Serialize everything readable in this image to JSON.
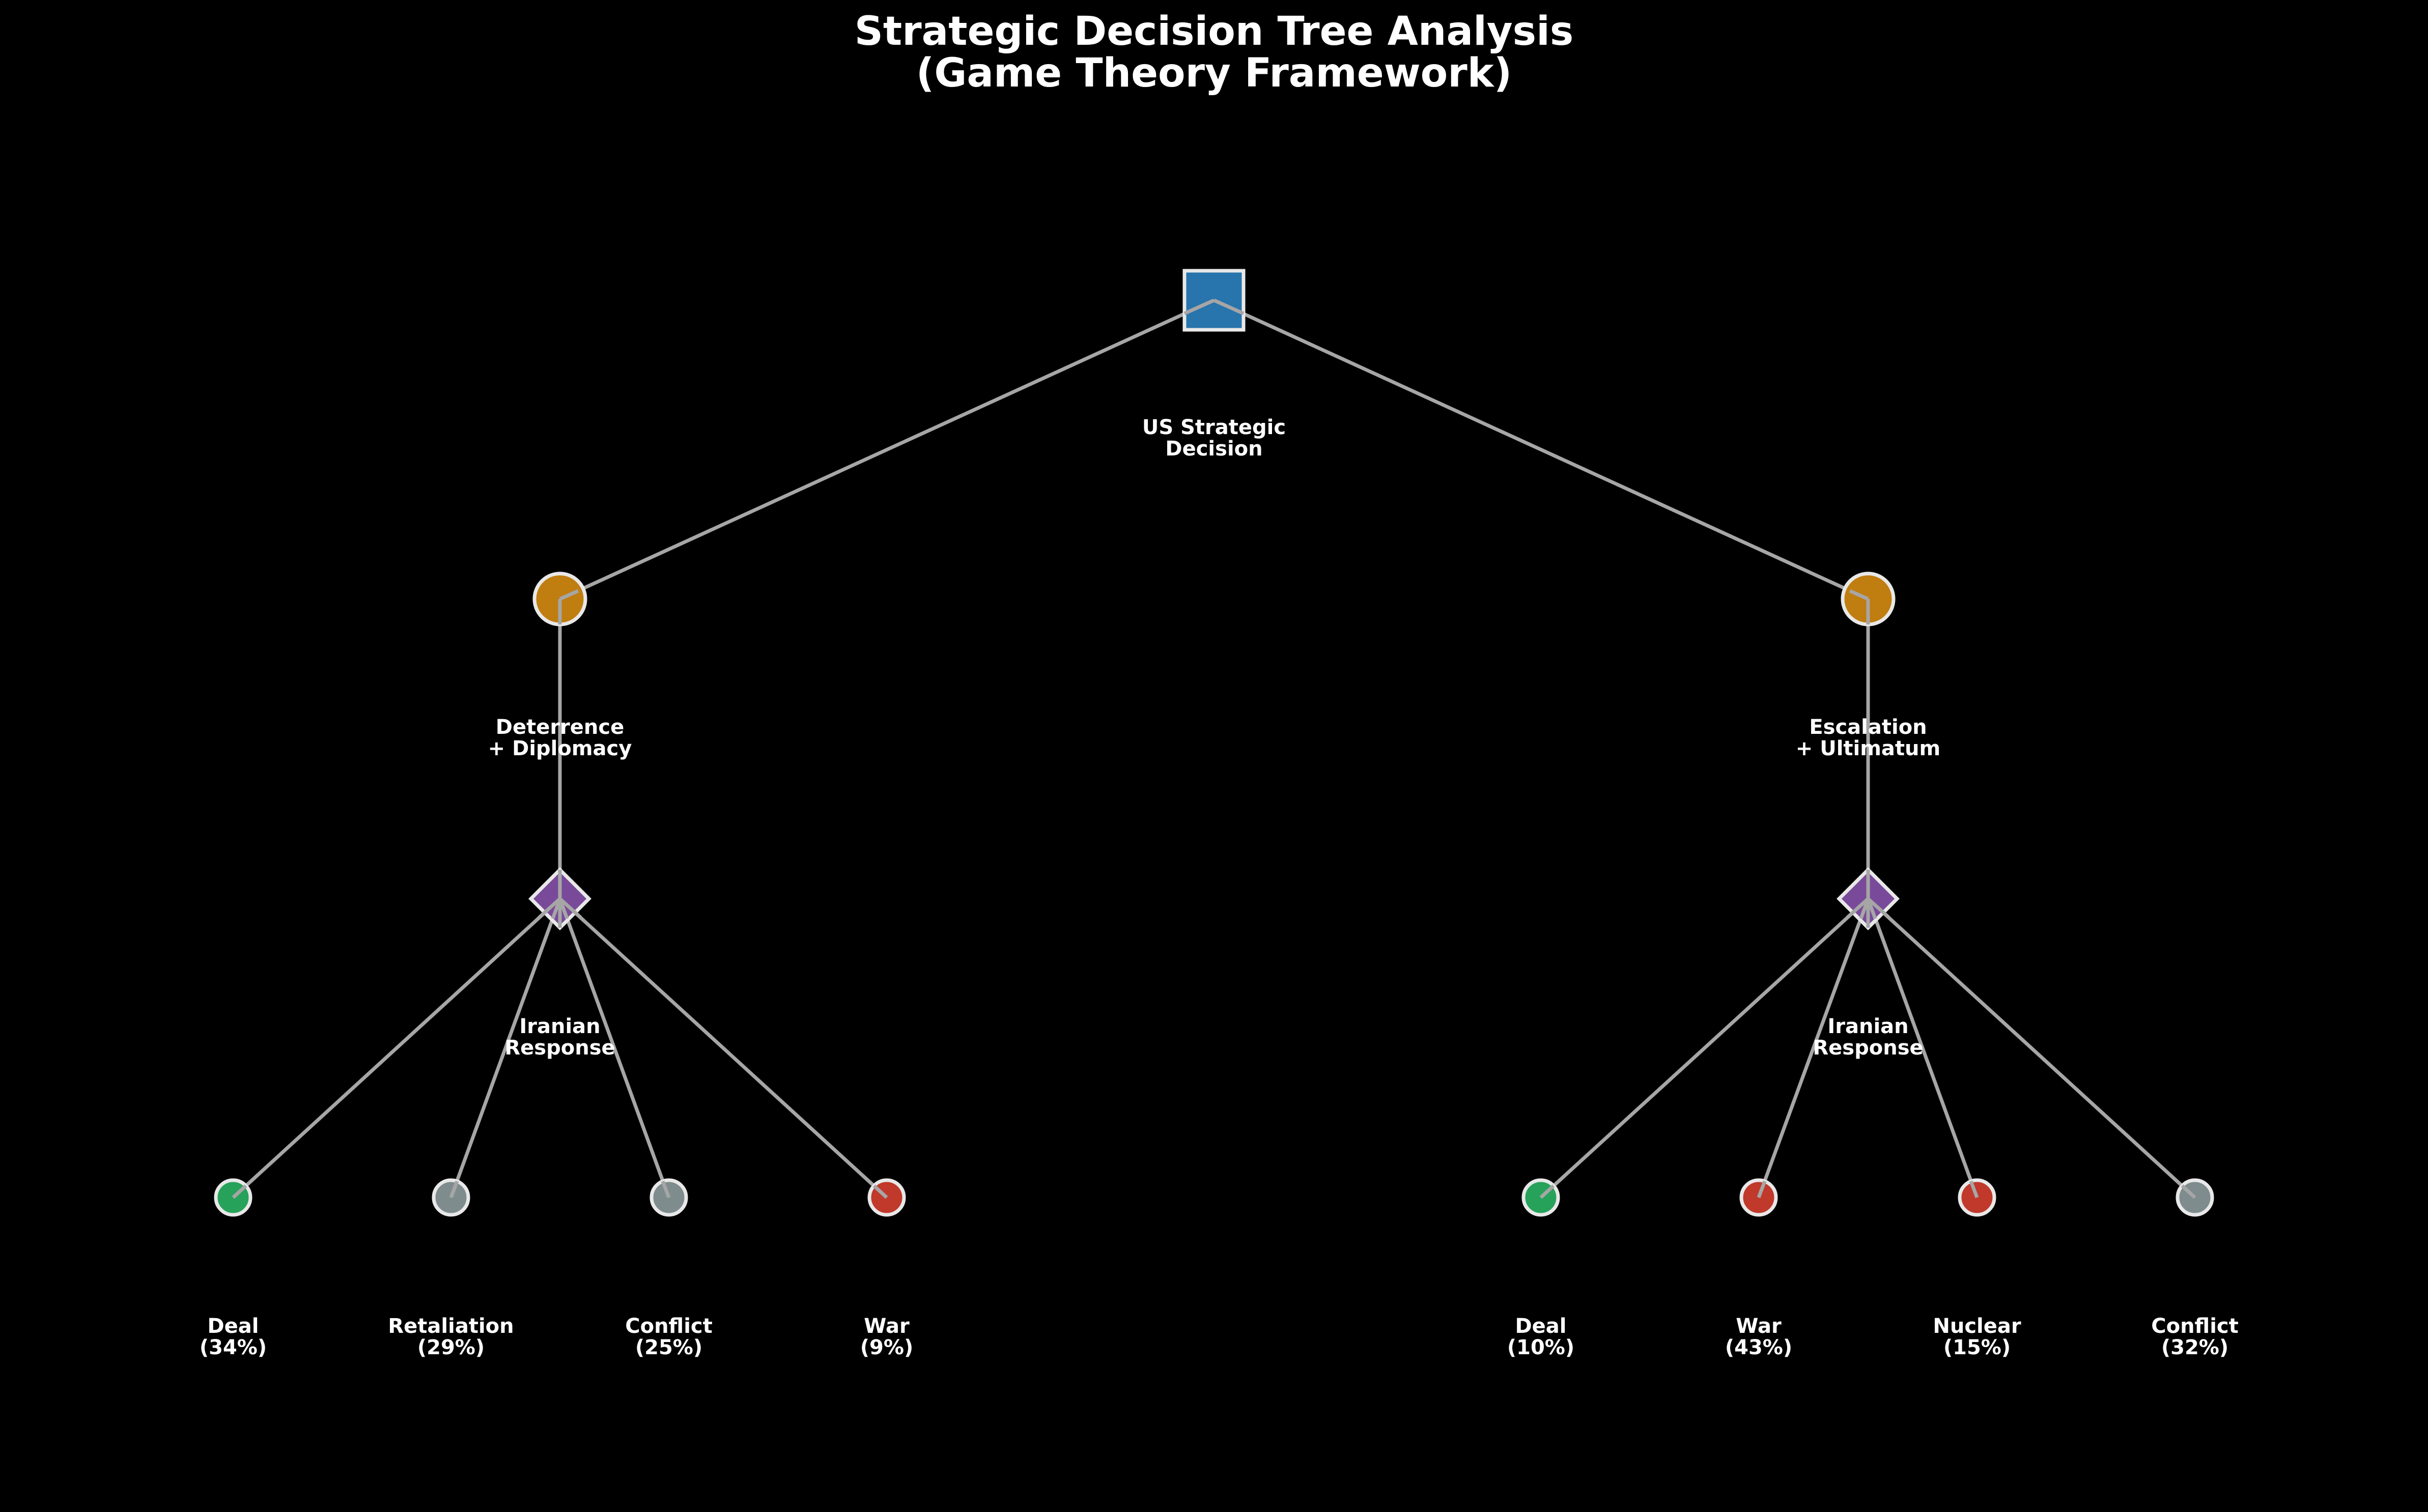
{
  "title": {
    "line1": "Strategic Decision Tree Analysis",
    "line2": "(Game Theory Framework)"
  },
  "colors": {
    "background": "#000000",
    "edge": "#a6a6a6",
    "node_outline": "#e8e8e8",
    "root": "#2a7ab5",
    "strategy": "#c07d10",
    "response": "#7a4a9a",
    "outcome_deal": "#27a25a",
    "outcome_neutral": "#7f8c8d",
    "outcome_bad": "#c0392b"
  },
  "root": {
    "shape": "square-icon",
    "label_line1": "US Strategic",
    "label_line2": "Decision"
  },
  "branches": [
    {
      "strategy_label_line1": "Deterrence",
      "strategy_label_line2": "+ Diplomacy",
      "response_label_line1": "Iranian",
      "response_label_line2": "Response",
      "outcomes": [
        {
          "name": "Deal",
          "pct": "(34%)",
          "color": "#27a25a"
        },
        {
          "name": "Retaliation",
          "pct": "(29%)",
          "color": "#7f8c8d"
        },
        {
          "name": "Conflict",
          "pct": "(25%)",
          "color": "#7f8c8d"
        },
        {
          "name": "War",
          "pct": "(9%)",
          "color": "#c0392b"
        }
      ]
    },
    {
      "strategy_label_line1": "Escalation",
      "strategy_label_line2": "+ Ultimatum",
      "response_label_line1": "Iranian",
      "response_label_line2": "Response",
      "outcomes": [
        {
          "name": "Deal",
          "pct": "(10%)",
          "color": "#27a25a"
        },
        {
          "name": "War",
          "pct": "(43%)",
          "color": "#c0392b"
        },
        {
          "name": "Nuclear",
          "pct": "(15%)",
          "color": "#c0392b"
        },
        {
          "name": "Conflict",
          "pct": "(32%)",
          "color": "#7f8c8d"
        }
      ]
    }
  ]
}
